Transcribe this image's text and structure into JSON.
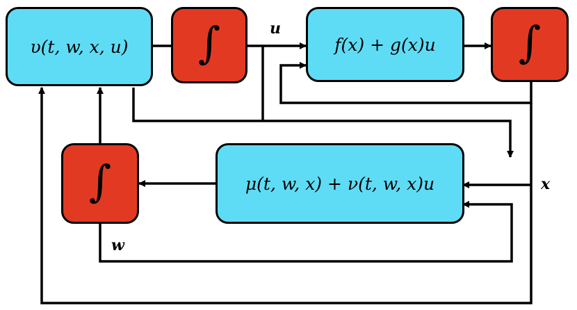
{
  "blocks": {
    "controller": "υ(t, w, x, u)",
    "integrator_u": "∫",
    "plant": "f(x) + g(x)u",
    "integrator_x": "∫",
    "integrator_w": "∫",
    "dynamics_w": "μ(t, w, x) + ν(t, w, x)u"
  },
  "signals": {
    "u": "u",
    "x": "x",
    "w": "w"
  },
  "colors": {
    "block_fill": "#5fdcf5",
    "integrator_fill": "#e23a22",
    "line": "#000000"
  }
}
